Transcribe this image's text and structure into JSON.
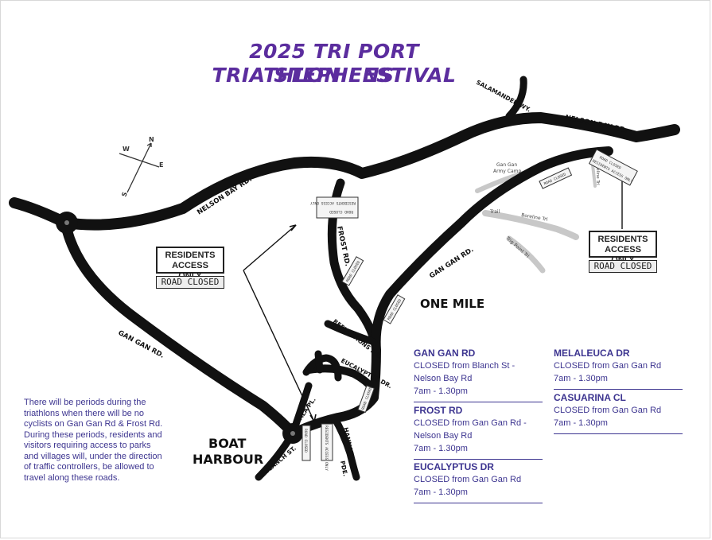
{
  "title": {
    "line1": "2025 TRI PORT STEPHENS",
    "line2": "TRIATHLON FESTIVAL"
  },
  "colors": {
    "title": "#5b2d9e",
    "info_text": "#3d3590",
    "road": "#111111",
    "trail": "#c8c8c8"
  },
  "roads": {
    "salamander": "SALAMANDER WY.",
    "nelson_bay_right": "NELSON BAY RD.",
    "nelson_bay_left": "NELSON BAY RD.",
    "gan_gan_left": "GAN GAN RD.",
    "gan_gan_right": "GAN GAN RD.",
    "frost": "FROST RD.",
    "reflections": "REFLECTIONS DR.",
    "eucalyptus": "EUCALYPTUS DR.",
    "koala": "KOALA PL.",
    "hannah": "HANNAH",
    "hannah_2": "PDE.",
    "blanch": "BLANCH ST."
  },
  "small_labels": {
    "army_camp_1": "Gan Gan",
    "army_camp_2": "Army Camp",
    "trail": "Trail",
    "boreline": "Boreline Trl",
    "trail_2": "Trig Point Trl",
    "side_trail": "Boreline Trl"
  },
  "places": {
    "one_mile": "ONE MILE",
    "boat_1": "BOAT",
    "boat_2": "HARBOUR"
  },
  "compass": {
    "n": "N",
    "e": "E",
    "s": "S",
    "w": "W"
  },
  "signs": {
    "residents_left": "RESIDENTS ACCESS ONLY",
    "closed_left": "ROAD CLOSED",
    "residents_right": "RESIDENTS ACCESS ONLY",
    "closed_right": "ROAD CLOSED"
  },
  "small_signs": {
    "closed": "ROAD CLOSED",
    "access": "RESIDENTS ACCESS ONLY"
  },
  "closures": [
    {
      "road": "GAN GAN RD",
      "detail": "CLOSED from Blanch St - Nelson Bay Rd",
      "time": "7am - 1.30pm"
    },
    {
      "road": "FROST RD",
      "detail": "CLOSED from Gan Gan Rd - Nelson Bay Rd",
      "time": "7am - 1.30pm"
    },
    {
      "road": "EUCALYPTUS DR",
      "detail": "CLOSED from Gan Gan Rd",
      "time": "7am - 1.30pm"
    },
    {
      "road": "MELALEUCA DR",
      "detail": "CLOSED from Gan Gan Rd",
      "time": "7am - 1.30pm"
    },
    {
      "road": "CASUARINA CL",
      "detail": "CLOSED from Gan Gan Rd",
      "time": "7am - 1.30pm"
    }
  ],
  "notice": "There will be periods during the triathlons when there will be no cyclists on Gan Gan Rd & Frost Rd. During these periods, residents and visitors requiring access to parks and villages will, under the direction of traffic controllers, be allowed to travel along these roads."
}
